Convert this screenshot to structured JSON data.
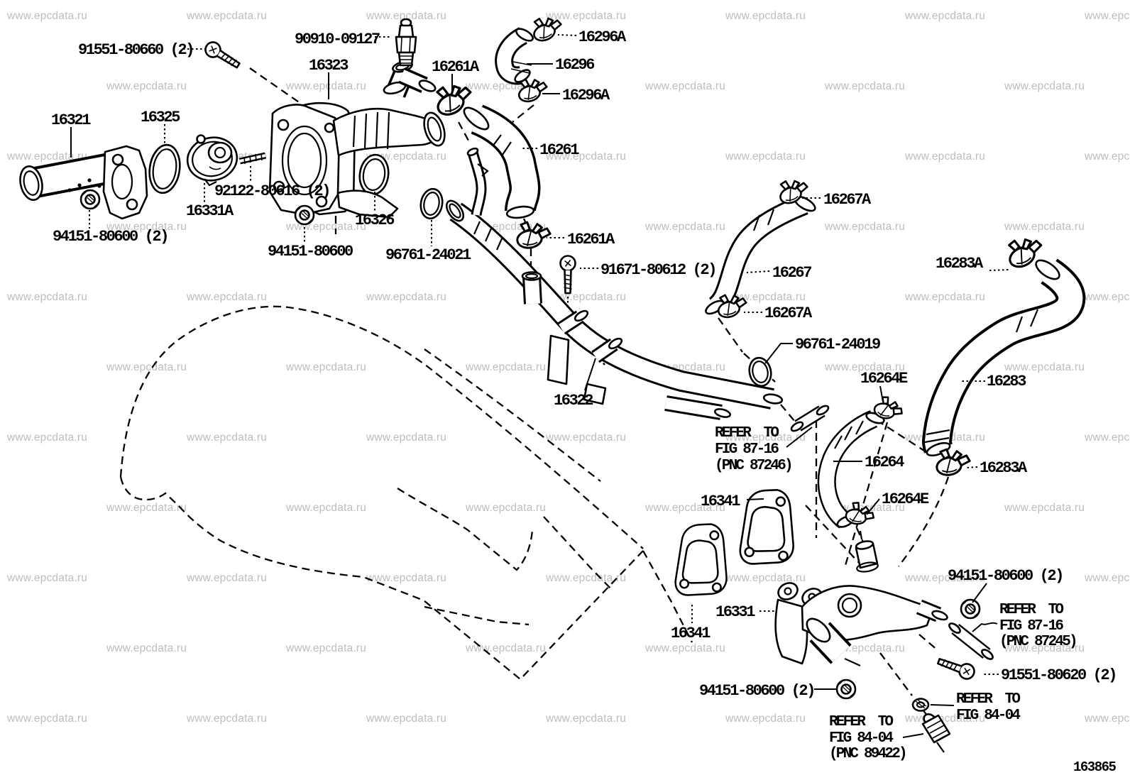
{
  "watermark": {
    "text": "www.epcdata.ru",
    "color": "#bdbdbd"
  },
  "figure_code": "163865",
  "labels": {
    "bolt_91551_80660": "91551-80660 (2)",
    "plug_90910_09127": "90910-09127",
    "part_16323": "16323",
    "clamp_16261a_top": "16261A",
    "clamp_16296a_top": "16296A",
    "hose_16296": "16296",
    "clamp_16296a_bottom": "16296A",
    "part_16321": "16321",
    "gasket_16325": "16325",
    "hose_16261": "16261",
    "stud_92122_80616": "92122-80616 (2)",
    "thermostat_16331a": "16331A",
    "gasket_16326": "16326",
    "nut_94151_left": "94151-80600 (2)",
    "nut_94151_center": "94151-80600",
    "oring_96761_24021": "96761-24021",
    "clamp_16261a_mid": "16261A",
    "bolt_91671_80612": "91671-80612 (2)",
    "clamp_16267a_top": "16267A",
    "hose_16267": "16267",
    "clamp_16283a_top": "16283A",
    "clamp_16267a_bottom": "16267A",
    "oring_96761_24019": "96761-24019",
    "clamp_16264e_top": "16264E",
    "hose_16283": "16283",
    "pipe_16322": "16322",
    "hose_16264": "16264",
    "clamp_16283a_bottom": "16283A",
    "clamp_16264e_bottom": "16264E",
    "gasket_16341_right": "16341",
    "nut_94151_right": "94151-80600 (2)",
    "part_16331": "16331",
    "gasket_16341_left": "16341",
    "bolt_91551_80620": "91551-80620 (2)",
    "nut_94151_bottom": "94151-80600 (2)",
    "refer_87246": {
      "line1": "REFER  TO",
      "line2": "FIG 87-16",
      "line3": "(PNC 87246)"
    },
    "refer_87245": {
      "line1": "REFER  TO",
      "line2": "FIG 87-16",
      "line3": "(PNC 87245)"
    },
    "refer_84_04_right": {
      "line1": "REFER  TO",
      "line2": "FIG 84-04"
    },
    "refer_84_04_bottom": {
      "line1": "REFER  TO",
      "line2": "FIG 84-04",
      "line3": "(PNC 89422)"
    }
  }
}
